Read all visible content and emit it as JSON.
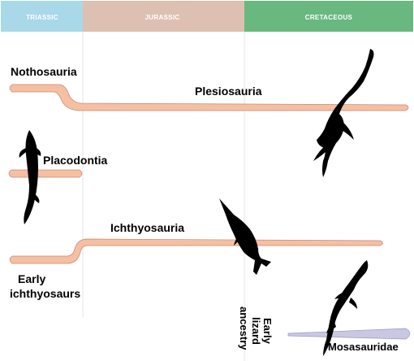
{
  "periods": {
    "triassic": {
      "label": "TRIASSIC",
      "color": "#a9d8e8"
    },
    "jurassic": {
      "label": "JURASSIC",
      "color": "#ddc0b2"
    },
    "cretaceous": {
      "label": "CRETACEOUS",
      "color": "#69b87f"
    }
  },
  "lineages": {
    "nothosauria": {
      "label": "Nothosauria"
    },
    "plesiosauria": {
      "label": "Plesiosauria"
    },
    "placodontia": {
      "label": "Placodontia"
    },
    "ichthyosauria": {
      "label": "Ichthyosauria"
    },
    "early_ichthyosaurs": {
      "line1": "Early",
      "line2": "ichthyosaurs"
    },
    "early_lizard_ancestry": {
      "line1": "Early",
      "line2": "lizard",
      "line3": "ancestry"
    },
    "mosasauridae": {
      "label": "Mosasauridae"
    }
  },
  "colors": {
    "reptile_branch": "#f6bfa2",
    "branch_outline": "#c08a70",
    "lizard_branch": "#c9c8e4",
    "silhouette": "#000000"
  },
  "icons": [
    "plesiosaur-silhouette",
    "placodont-silhouette",
    "ichthyosaur-silhouette",
    "mosasaur-silhouette"
  ]
}
